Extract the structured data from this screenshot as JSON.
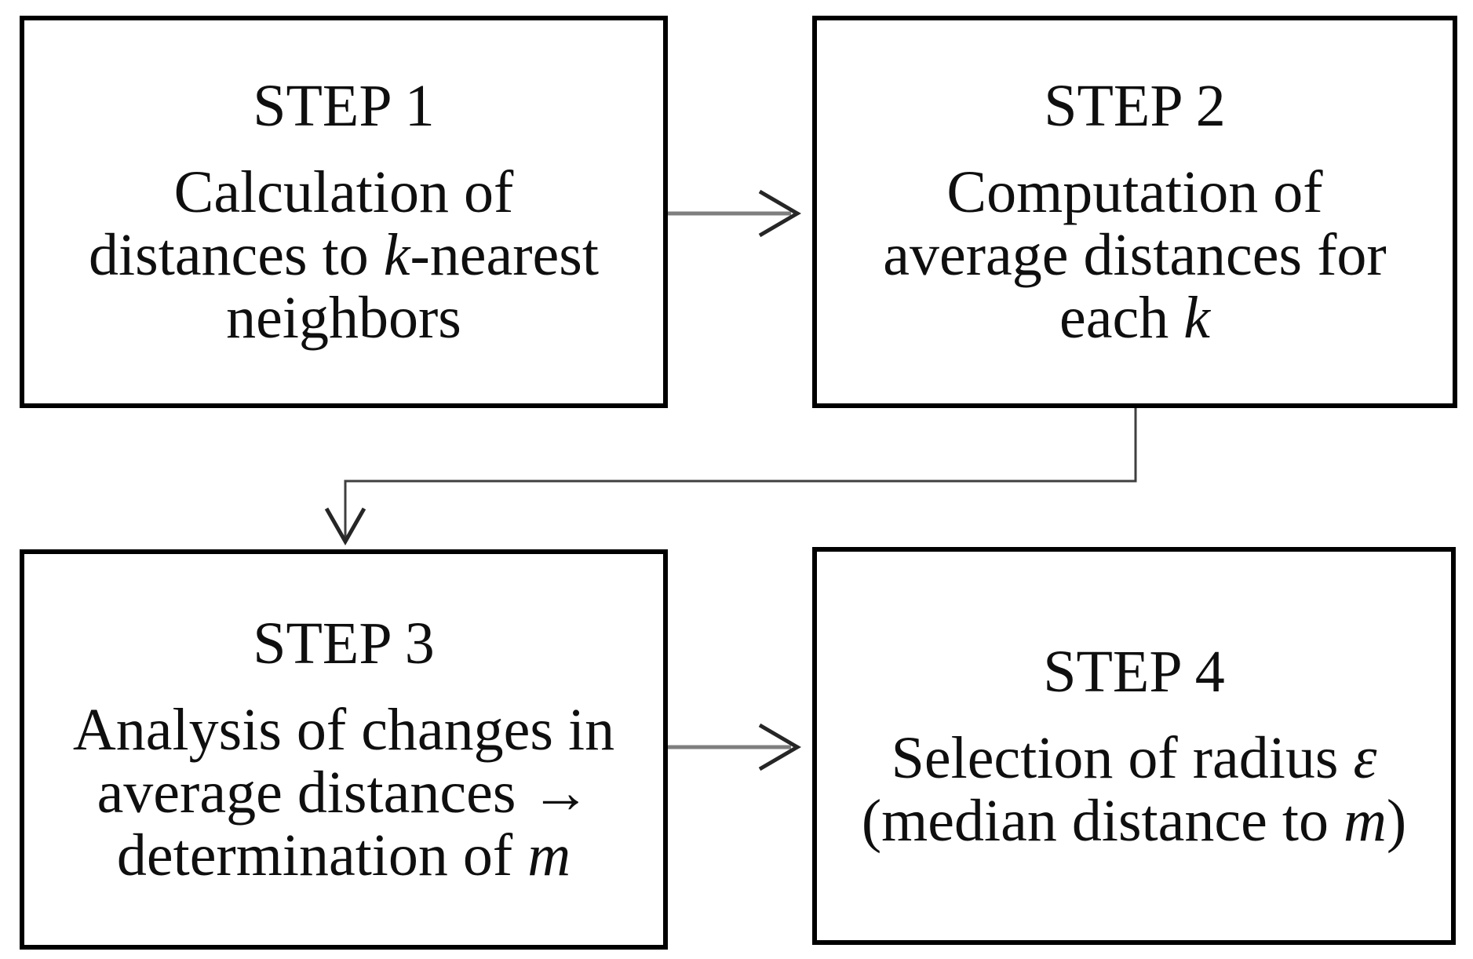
{
  "colors": {
    "background": "#ffffff",
    "box_border": "#000000",
    "text": "#0f0f0f",
    "arrow_shaft": "#7f7f7f",
    "arrow_head": "#262626",
    "elbow_line": "#3f3f3f"
  },
  "steps": [
    {
      "title": "STEP 1",
      "lines": [
        {
          "segments": [
            {
              "text": "Calculation of",
              "italic": false
            }
          ]
        },
        {
          "segments": [
            {
              "text": "distances to ",
              "italic": false
            },
            {
              "text": "k",
              "italic": true
            },
            {
              "text": "-nearest",
              "italic": false
            }
          ]
        },
        {
          "segments": [
            {
              "text": "neighbors",
              "italic": false
            }
          ]
        }
      ]
    },
    {
      "title": "STEP 2",
      "lines": [
        {
          "segments": [
            {
              "text": "Computation of",
              "italic": false
            }
          ]
        },
        {
          "segments": [
            {
              "text": "average distances for",
              "italic": false
            }
          ]
        },
        {
          "segments": [
            {
              "text": "each ",
              "italic": false
            },
            {
              "text": "k",
              "italic": true
            }
          ]
        }
      ]
    },
    {
      "title": "STEP 3",
      "lines": [
        {
          "segments": [
            {
              "text": "Analysis of changes in",
              "italic": false
            }
          ]
        },
        {
          "segments": [
            {
              "text": "average distances →",
              "italic": false
            }
          ]
        },
        {
          "segments": [
            {
              "text": "determination of ",
              "italic": false
            },
            {
              "text": "m",
              "italic": true
            }
          ]
        }
      ]
    },
    {
      "title": "STEP 4",
      "lines": [
        {
          "segments": [
            {
              "text": "Selection of radius ",
              "italic": false
            },
            {
              "text": "ε",
              "italic": true
            }
          ]
        },
        {
          "segments": [
            {
              "text": "(median distance to ",
              "italic": false
            },
            {
              "text": "m",
              "italic": true
            },
            {
              "text": ")",
              "italic": false
            }
          ]
        }
      ]
    }
  ],
  "connectors": [
    {
      "from": "STEP 1",
      "to": "STEP 2",
      "style": "straight-right-arrow"
    },
    {
      "from": "STEP 2",
      "to": "STEP 3",
      "style": "elbow-down-arrow"
    },
    {
      "from": "STEP 3",
      "to": "STEP 4",
      "style": "straight-right-arrow"
    }
  ]
}
